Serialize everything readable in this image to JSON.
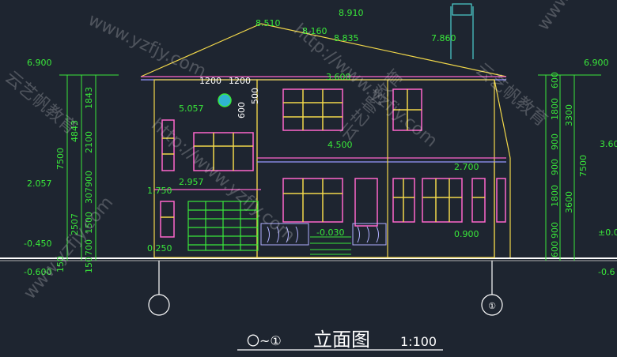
{
  "drawing": {
    "title": "立面图",
    "scale": "1:100",
    "axis_range": "〇~①",
    "axis_bubble_right": "①"
  },
  "levels_left": [
    "6.900",
    "2.057",
    "-0.450",
    "-0.600"
  ],
  "levels_right": [
    "6.900",
    "3.60",
    "±0.0",
    "-0.6"
  ],
  "dims_left_outer": [
    "7500",
    "150"
  ],
  "dims_left_mid": [
    "4843",
    "2507"
  ],
  "dims_left_inner": [
    "1843",
    "2100",
    "307900",
    "1500",
    "700",
    "150"
  ],
  "dims_right_outer": [
    "7500"
  ],
  "dims_right_mid": [
    "3300",
    "3600"
  ],
  "dims_right_inner": [
    "600",
    "1800",
    "900",
    "900",
    "1800",
    "900",
    "600"
  ],
  "elevations_top": [
    "8.510",
    "8.910",
    "8.160",
    "8.835",
    "7.860"
  ],
  "elevations_mid": [
    "1200",
    "1200",
    "500",
    "5.057",
    "600",
    "3.600",
    "4.500",
    "2.957",
    "2.700",
    "1.750",
    "0.250",
    "-0.030",
    "0.900"
  ],
  "watermarks": [
    "www.yzfjy.com",
    "云艺帆教育",
    "http://www.yzfjy.com"
  ]
}
